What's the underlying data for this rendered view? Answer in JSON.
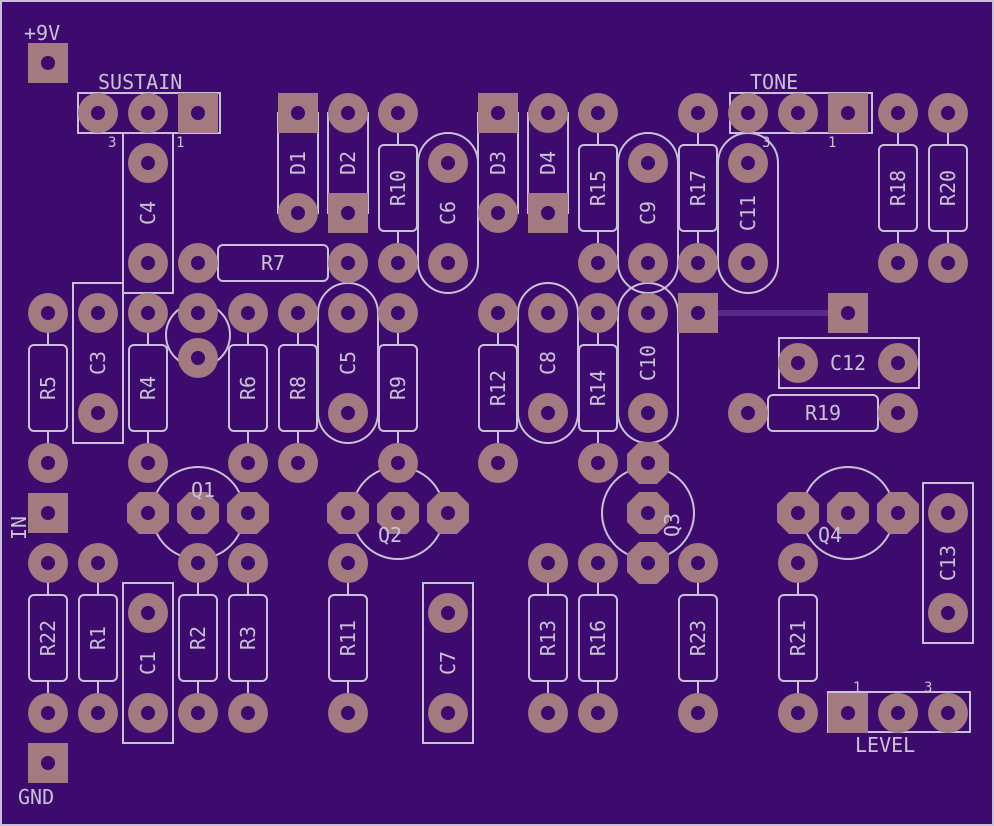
{
  "colors": {
    "board": "#3d0a6e",
    "border": "#c9c2d6",
    "silk": "#c9c2d6",
    "pad": "#a27a80",
    "drill": "#3d0a6e",
    "trace": "#5a2a8a"
  },
  "labels": {
    "v9": "+9V",
    "sustain": "SUSTAIN",
    "tone": "TONE",
    "level": "LEVEL",
    "in": "IN",
    "gnd": "GND",
    "pin1": "1",
    "pin3": "3"
  },
  "components": {
    "D1": "D1",
    "D2": "D2",
    "D3": "D3",
    "D4": "D4",
    "C1": "C1",
    "C3": "C3",
    "C4": "C4",
    "C5": "C5",
    "C6": "C6",
    "C7": "C7",
    "C8": "C8",
    "C9": "C9",
    "C10": "C10",
    "C11": "C11",
    "C12": "C12",
    "C13": "C13",
    "R1": "R1",
    "R2": "R2",
    "R3": "R3",
    "R4": "R4",
    "R5": "R5",
    "R6": "R6",
    "R7": "R7",
    "R8": "R8",
    "R9": "R9",
    "R10": "R10",
    "R11": "R11",
    "R12": "R12",
    "R13": "R13",
    "R14": "R14",
    "R15": "R15",
    "R16": "R16",
    "R17": "R17",
    "R18": "R18",
    "R19": "R19",
    "R20": "R20",
    "R21": "R21",
    "R22": "R22",
    "R23": "R23",
    "Q1": "Q1",
    "Q2": "Q2",
    "Q3": "Q3",
    "Q4": "Q4"
  }
}
